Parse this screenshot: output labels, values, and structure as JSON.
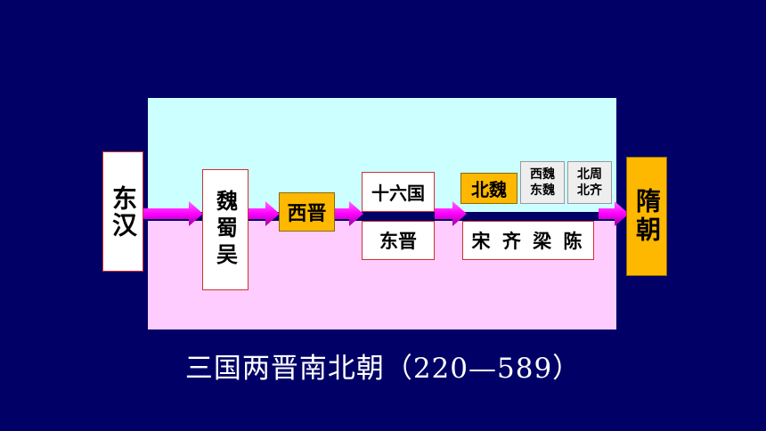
{
  "colors": {
    "background": "#000066",
    "north_panel": "#ccffff",
    "south_panel": "#ffccff",
    "arrow": "#ff00ff",
    "highlight_box": "#ffb800"
  },
  "boxes": {
    "donghan": "东汉",
    "wei_shu_wu": "魏蜀吴",
    "xijin": "西晋",
    "shiliuguo": "十六国",
    "dongjin": "东晋",
    "beiwei": "北魏",
    "xiwei": "西魏",
    "dongwei": "东魏",
    "beizhou": "北周",
    "beiqi": "北齐",
    "song_qi_liang_chen": "宋 齐 梁 陈",
    "suichao": "隋朝"
  },
  "caption": "三国两晋南北朝（220—589）"
}
